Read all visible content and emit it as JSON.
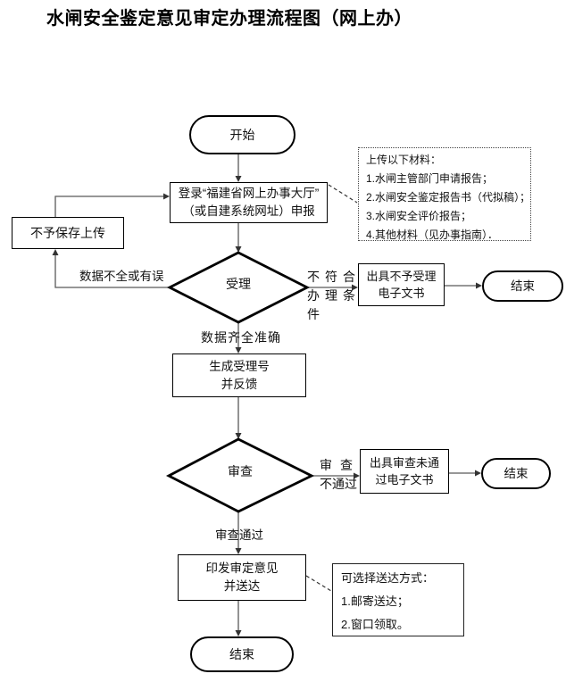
{
  "title": "水闸安全鉴定意见审定办理流程图（网上办）",
  "nodes": {
    "start": {
      "label": "开始"
    },
    "login": {
      "line1": "登录“福建省网上办事大厅”",
      "line2": "（或自建系统网址）申报"
    },
    "no_save": {
      "label": "不予保存上传"
    },
    "accept": {
      "label": "受理"
    },
    "gen_number": {
      "line1": "生成受理号",
      "line2": "并反馈"
    },
    "issue_no_accept": {
      "line1": "出具不予受理",
      "line2": "电子文书"
    },
    "end_top": {
      "label": "结束"
    },
    "review": {
      "label": "审查"
    },
    "issue_review_fail": {
      "line1": "出具审查未通",
      "line2": "过电子文书"
    },
    "end_mid": {
      "label": "结束"
    },
    "issue_opinion": {
      "line1": "印发审定意见",
      "line2": "并送达"
    },
    "end_bottom": {
      "label": "结束"
    }
  },
  "edge_labels": {
    "data_error": "数据不全或有误",
    "not_qualified": {
      "line1": "不符合",
      "line2": "办理条",
      "line3": "件"
    },
    "data_ok": "数据齐全准确",
    "review_fail": {
      "line1": "审查",
      "line2": "不通过"
    },
    "review_pass": "审查通过"
  },
  "notes": {
    "upload_materials": {
      "lines": [
        "上传以下材料：",
        "1.水闸主管部门申请报告；",
        "2.水闸安全鉴定报告书（代拟稿）；",
        "3.水闸安全评价报告；",
        "4.其他材料（见办事指南）．"
      ]
    },
    "delivery_options": {
      "lines": [
        "可选择送达方式：",
        "1.邮寄送达；",
        "2.窗口领取。"
      ]
    }
  },
  "colors": {
    "connector": "#595959",
    "arrowhead": "#333333",
    "shape_border": "#000000",
    "text": "#111111",
    "background": "#ffffff"
  }
}
